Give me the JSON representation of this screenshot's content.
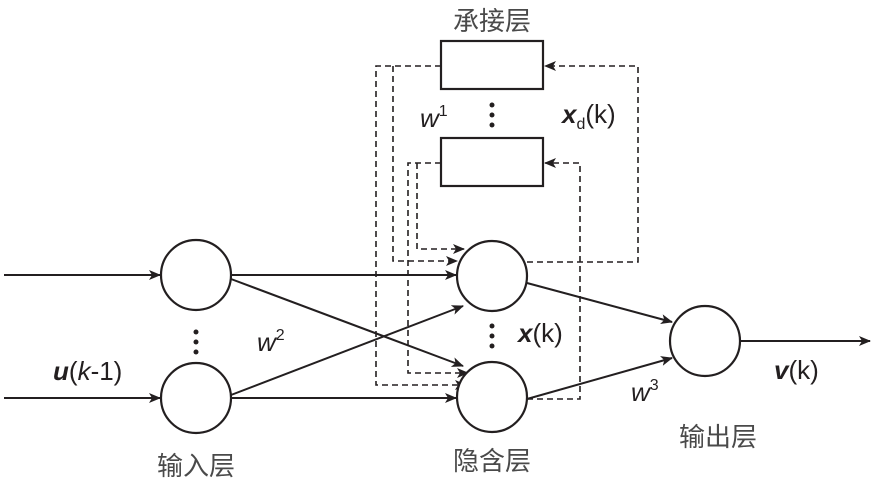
{
  "diagram": {
    "title": "Elman neural network structure",
    "layers": {
      "context": "承接层",
      "input": "输入层",
      "hidden": "隐含层",
      "output": "输出层"
    },
    "labels": {
      "w1_base": "w",
      "w1_sup": "1",
      "w2_base": "w",
      "w2_sup": "2",
      "w3_base": "w",
      "w3_sup": "3",
      "xd_base": "x",
      "xd_sub": "d",
      "xd_arg": "(k)",
      "x_base": "x",
      "x_arg": "(k)",
      "u_base": "u",
      "u_arg_open": "(",
      "u_arg_k": "k",
      "u_arg_rest": "-1)",
      "y_base": "v",
      "y_arg": "(k)"
    }
  }
}
